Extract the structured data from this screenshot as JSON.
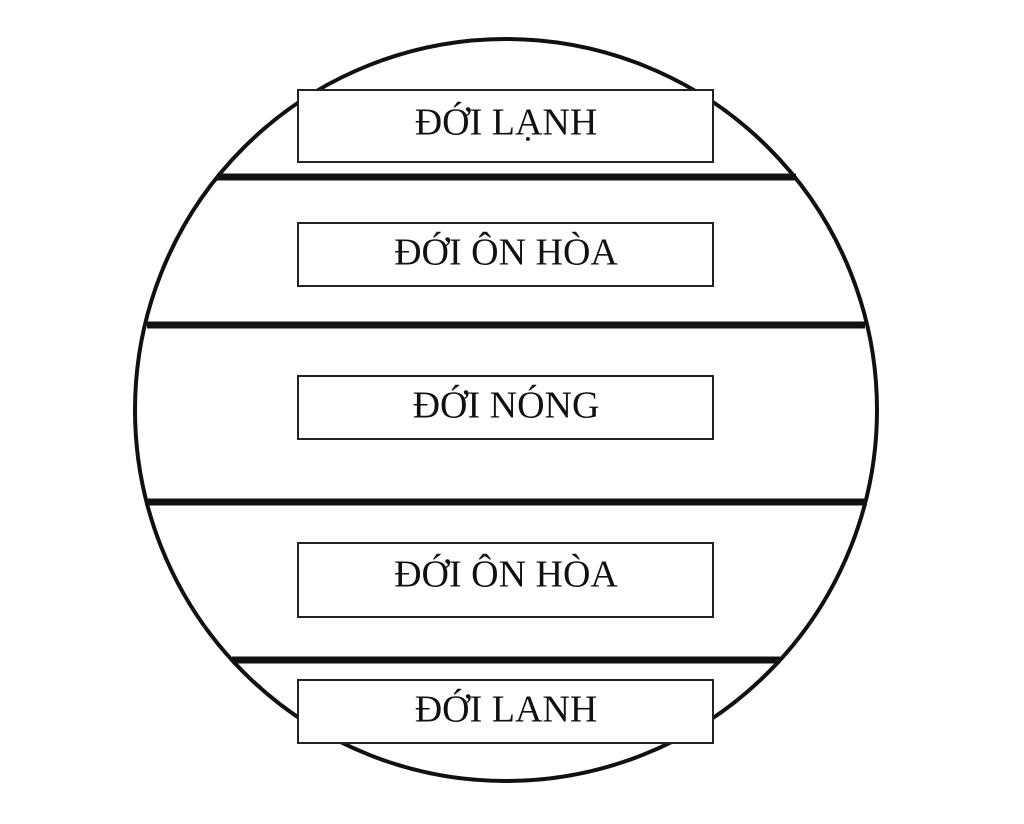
{
  "diagram": {
    "zones": [
      {
        "label": "ĐỚI LẠNH"
      },
      {
        "label": "ĐỚI ÔN HÒA"
      },
      {
        "label": "ĐỚI NÓNG"
      },
      {
        "label": "ĐỚI ÔN HÒA"
      },
      {
        "label": "ĐỚI LANH"
      }
    ]
  }
}
